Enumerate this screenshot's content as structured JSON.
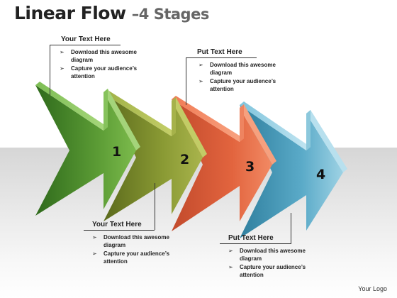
{
  "title": {
    "main": "Linear Flow",
    "sub": "–4 Stages"
  },
  "stages": [
    {
      "number": "1",
      "color": "#4f8a2c"
    },
    {
      "number": "2",
      "color": "#7d8a2a"
    },
    {
      "number": "3",
      "color": "#e0603c"
    },
    {
      "number": "4",
      "color": "#5eaac8"
    }
  ],
  "callouts": [
    {
      "heading": "Your Text Here",
      "items": [
        "Download this awesome diagram",
        "Capture your audience’s attention"
      ]
    },
    {
      "heading": "Put Text Here",
      "items": [
        "Download this awesome diagram",
        "Capture your audience’s attention"
      ]
    },
    {
      "heading": "Your Text Here",
      "items": [
        "Download this awesome diagram",
        "Capture your audience’s attention"
      ]
    },
    {
      "heading": "Put Text Here",
      "items": [
        "Download this awesome diagram",
        "Capture your audience’s attention"
      ]
    }
  ],
  "bullet_icon": "arrowhead-bullet-icon",
  "logo": "Your Logo"
}
